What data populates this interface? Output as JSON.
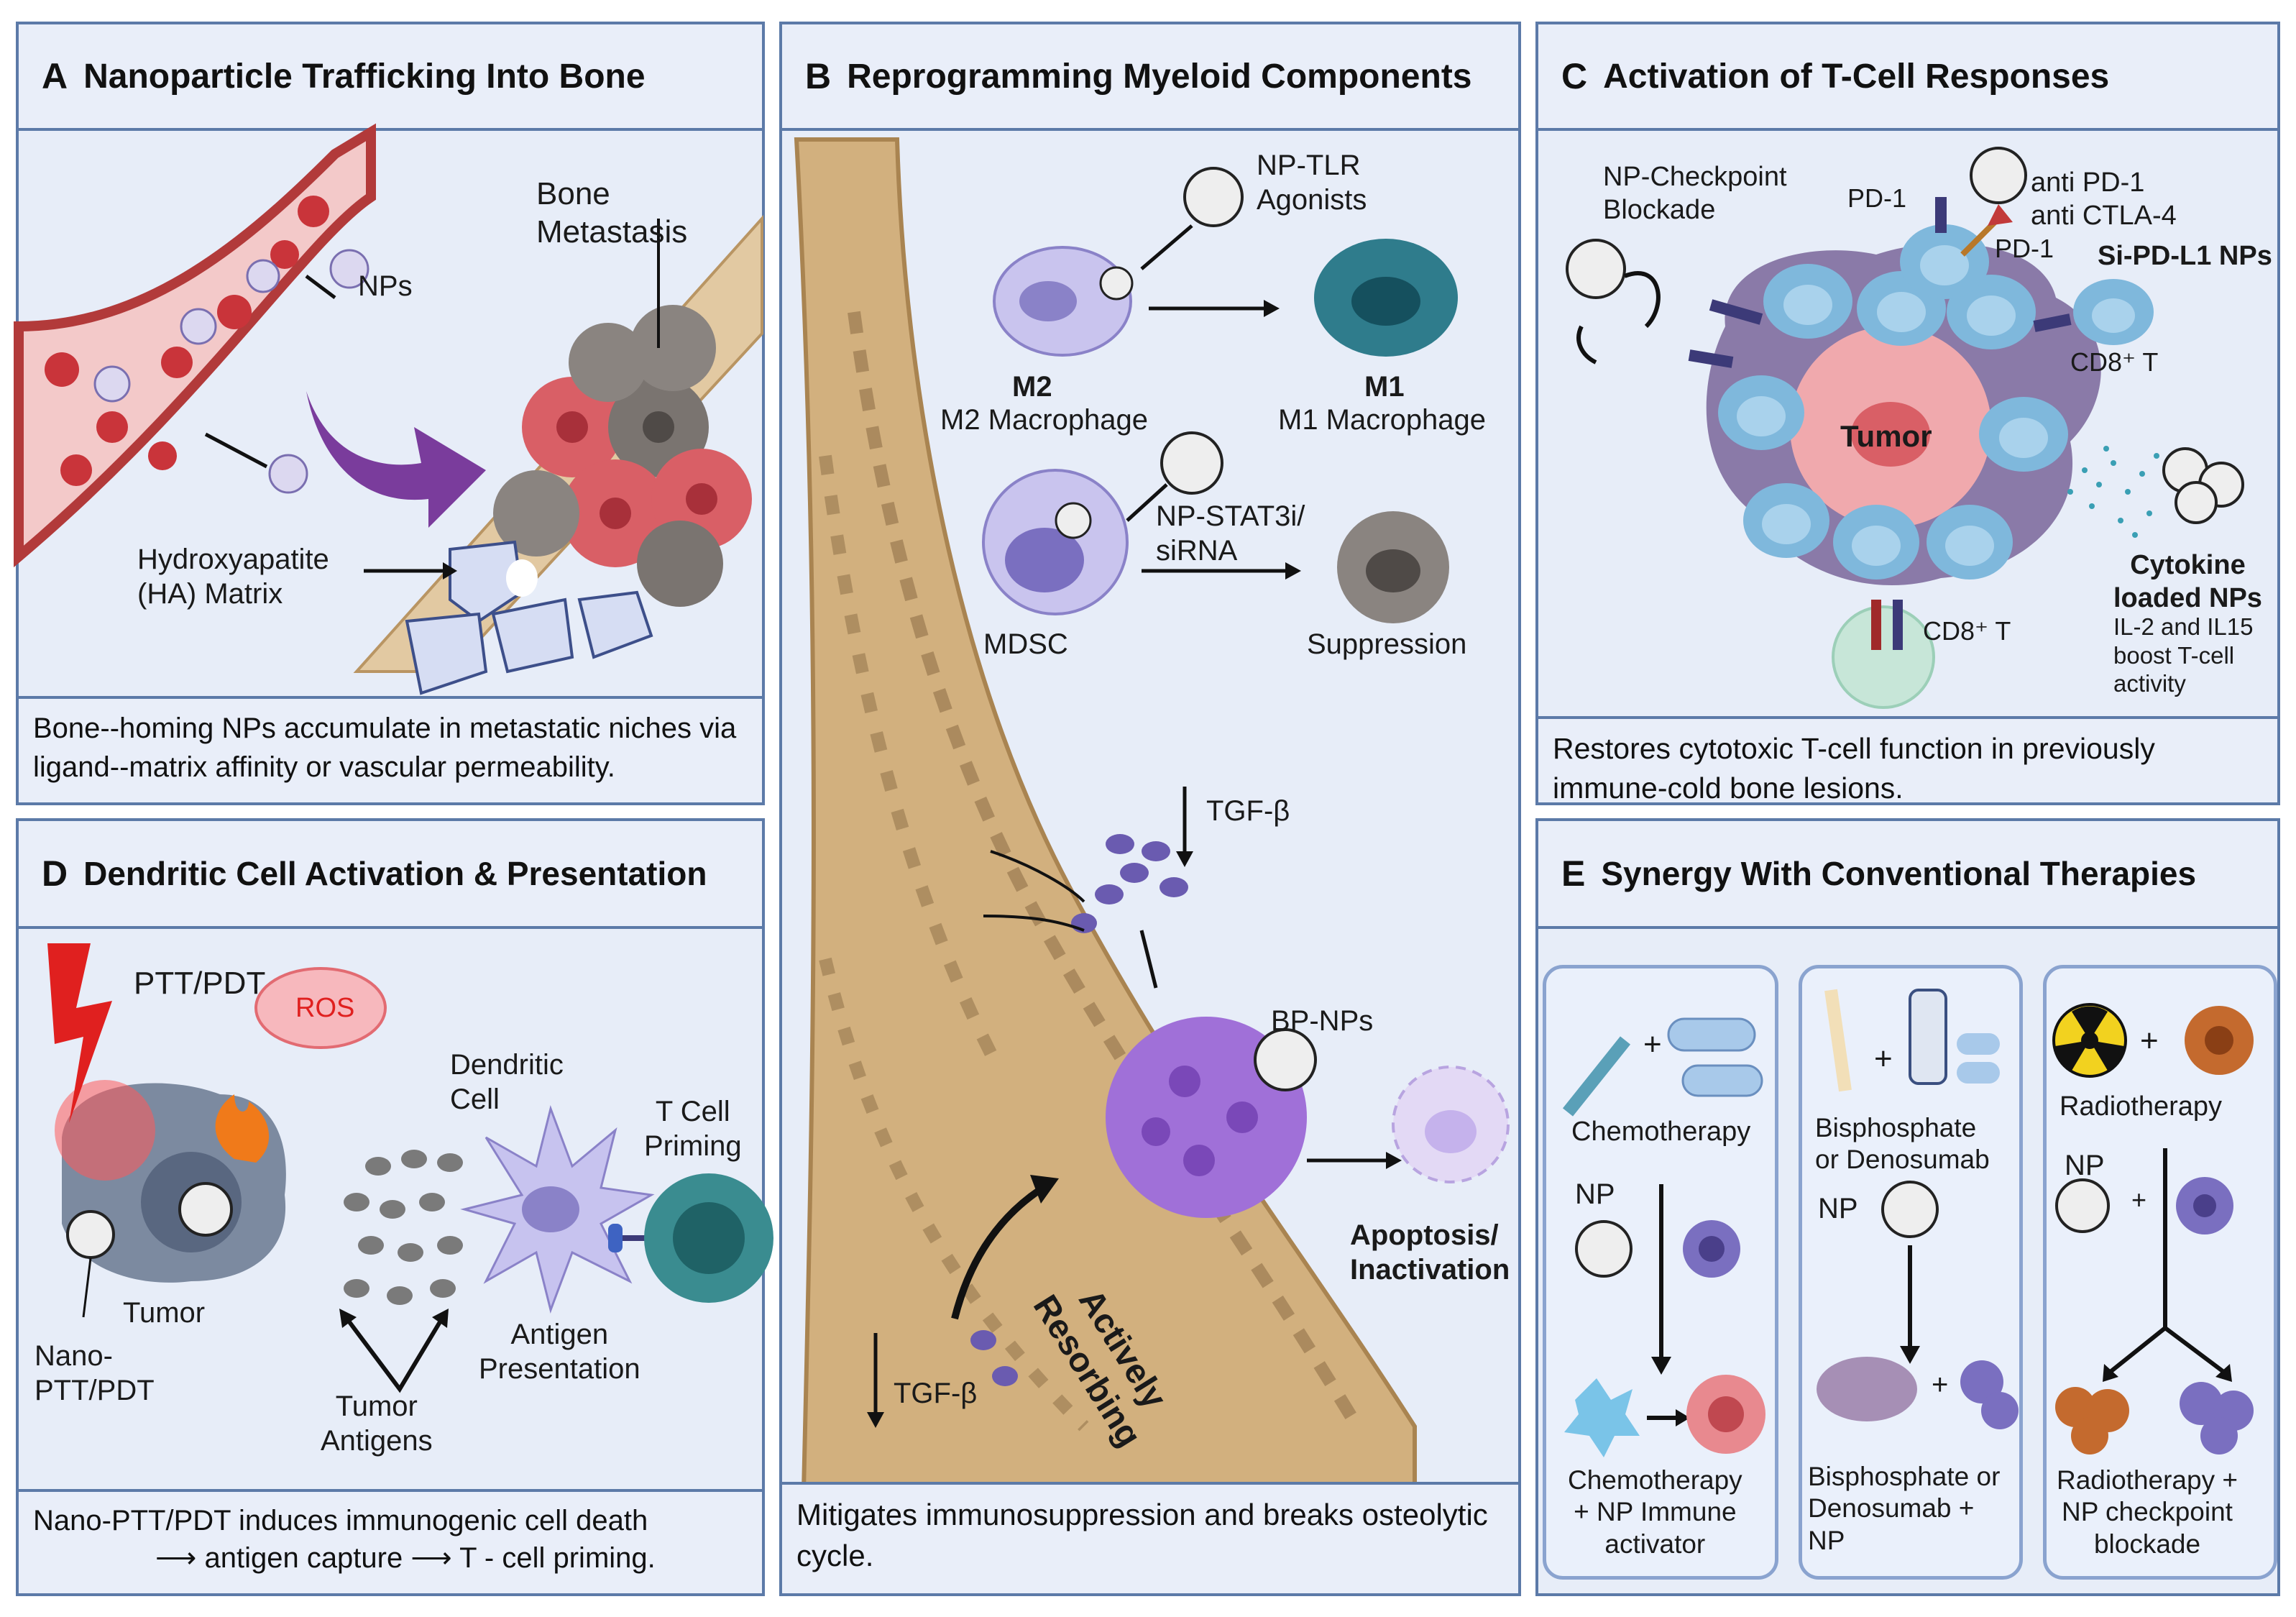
{
  "panelA": {
    "letter": "A",
    "title": "Nanoparticle Trafficking Into Bone",
    "bone_metastasis": "Bone\nMetastasis",
    "nps": "NPs",
    "ha_matrix": "Hydroxyapatite\n(HA) Matrix",
    "caption": "Bone--homing NPs accumulate in metastatic niches via ligand--matrix affinity or vascular permeability."
  },
  "panelB": {
    "letter": "B",
    "title": "Reprogramming Myeloid Components",
    "np_tlr": "NP-TLR\nAgonists",
    "m2_short": "M2",
    "m2_long": "M2 Macrophage",
    "m1_short": "M1",
    "m1_long": "M1 Macrophage",
    "np_stat3": "NP-STAT3i/\nsiRNA",
    "mdsc": "MDSC",
    "suppression": "Suppression",
    "tgf_top": "TGF-β",
    "tgf_bottom": "TGF-β",
    "bp_nps": "BP-NPs",
    "apoptosis": "Apoptosis/\nInactivation",
    "actively": "Actively\nResorbing",
    "caption": "Mitigates immunosuppression and breaks osteolytic cycle."
  },
  "panelC": {
    "letter": "C",
    "title": "Activation of T-Cell Responses",
    "checkpoint": "NP-Checkpoint\nBlockade",
    "pd1_left": "PD-1",
    "pd1_right": "PD-1",
    "anti": "anti PD-1\nanti CTLA-4",
    "si_pdl1": "Si-PD-L1 NPs",
    "cd8_right": "CD8⁺ T",
    "tumor": "Tumor",
    "cytokine": "Cytokine\nloaded NPs",
    "cytokine_desc": "IL-2 and IL15\nboost T-cell\nactivity",
    "cd8_bottom": "CD8⁺ T",
    "caption": "Restores cytotoxic T-cell function in previously immune-cold bone lesions."
  },
  "panelD": {
    "letter": "D",
    "title": "Dendritic Cell Activation & Presentation",
    "ptt": "PTT/PDT",
    "ros": "ROS",
    "tumor": "Tumor",
    "nano": "Nano-\nPTT/PDT",
    "tumor_antigens": "Tumor\nAntigens",
    "dendritic": "Dendritic\nCell",
    "antigen_presentation": "Antigen\nPresentation",
    "tcell_priming": "T Cell\nPriming",
    "caption_line1": "Nano-PTT/PDT induces immunogenic cell death",
    "caption_part2": "antigen capture",
    "caption_part3": "T - cell priming."
  },
  "panelE": {
    "letter": "E",
    "title": "Synergy With Conventional Therapies",
    "plus": "+",
    "chemo": "Chemotherapy",
    "np1": "NP",
    "chemo_result": "Chemotherapy\n+ NP Immune\nactivator",
    "bisph": "Bisphosphate\nor Denosumab",
    "np2": "NP",
    "bisph_result": "Bisphosphate or\nDenosumab +\nNP",
    "radio": "Radiotherapy",
    "np3": "NP",
    "radio_result": "Radiotherapy +\nNP checkpoint\nblockade"
  },
  "colors": {
    "panel_border": "#5c7aa8",
    "panel_bg": "#e7edf8",
    "tumor_red": "#d95f66",
    "tcell_blue": "#7fb8dc",
    "macrophage_purple": "#a070d8",
    "bone_tan": "#c9a878",
    "arrow_purple": "#7a3c9c"
  }
}
